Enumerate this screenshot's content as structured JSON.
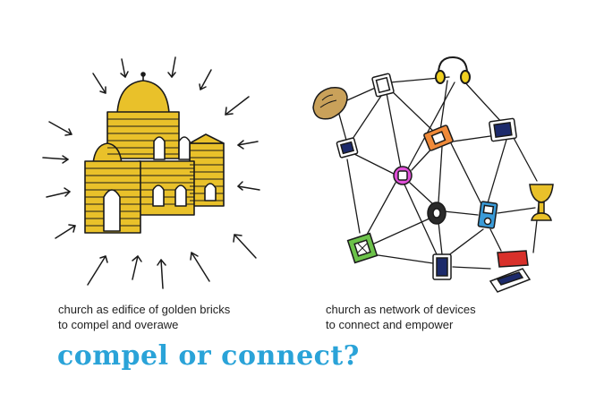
{
  "captions": {
    "left": {
      "line1": "church as edifice of golden bricks",
      "line2": "to compel and overawe"
    },
    "right": {
      "line1": "church as network of devices",
      "line2": "to connect and empower"
    }
  },
  "headline": "compel or connect?",
  "colors": {
    "gold": "#e9c12a",
    "headline_blue": "#2aa3d8",
    "ink": "#1a1a1a",
    "bread": "#c9a15a",
    "orange_device": "#f08a3a",
    "pink_device": "#e04fd8",
    "green_device": "#6cc24a",
    "blue_device": "#3a9bd8",
    "red_laptop": "#d8302a",
    "navy_screen": "#1c2a6b"
  },
  "icons": [
    "golden-church-icon",
    "compel-arrow-icon",
    "bread-icon",
    "tablet-icon",
    "headphones-icon",
    "phone-icon",
    "orange-device-icon",
    "pink-device-icon",
    "black-wheel-icon",
    "blue-ipod-icon",
    "green-device-icon",
    "chalice-icon",
    "red-laptop-icon",
    "network-line-icon"
  ]
}
